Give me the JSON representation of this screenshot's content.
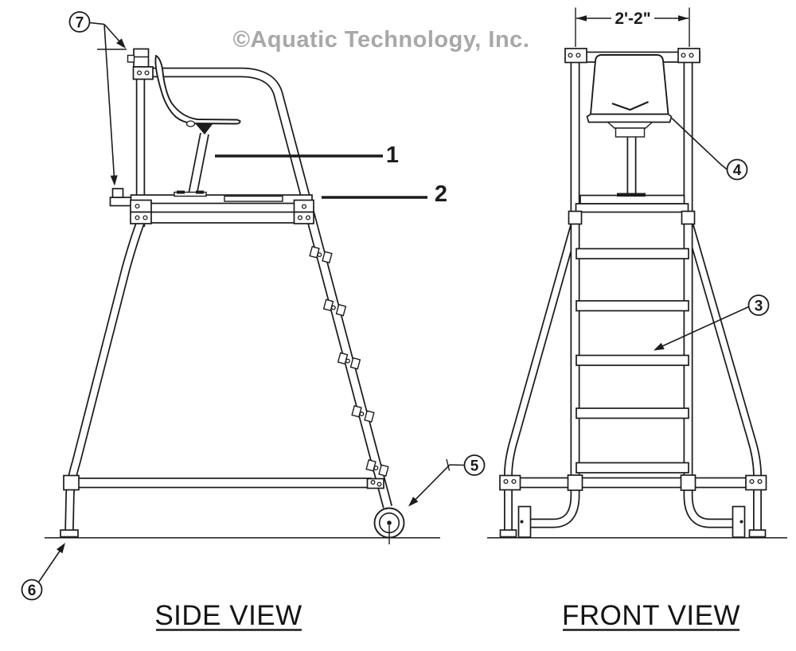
{
  "watermark": {
    "text": "©Aquatic Technology, Inc."
  },
  "side_view": {
    "title": "SIDE VIEW"
  },
  "front_view": {
    "title": "FRONT VIEW",
    "dimension_width": "2'-2\""
  },
  "callouts": {
    "c1": "1",
    "c2": "2",
    "c3": "3",
    "c4": "4",
    "c5": "5",
    "c6": "6",
    "c7": "7"
  },
  "colors": {
    "line": "#1c1c1c",
    "watermark": "#a8a8a8",
    "background": "#ffffff"
  }
}
